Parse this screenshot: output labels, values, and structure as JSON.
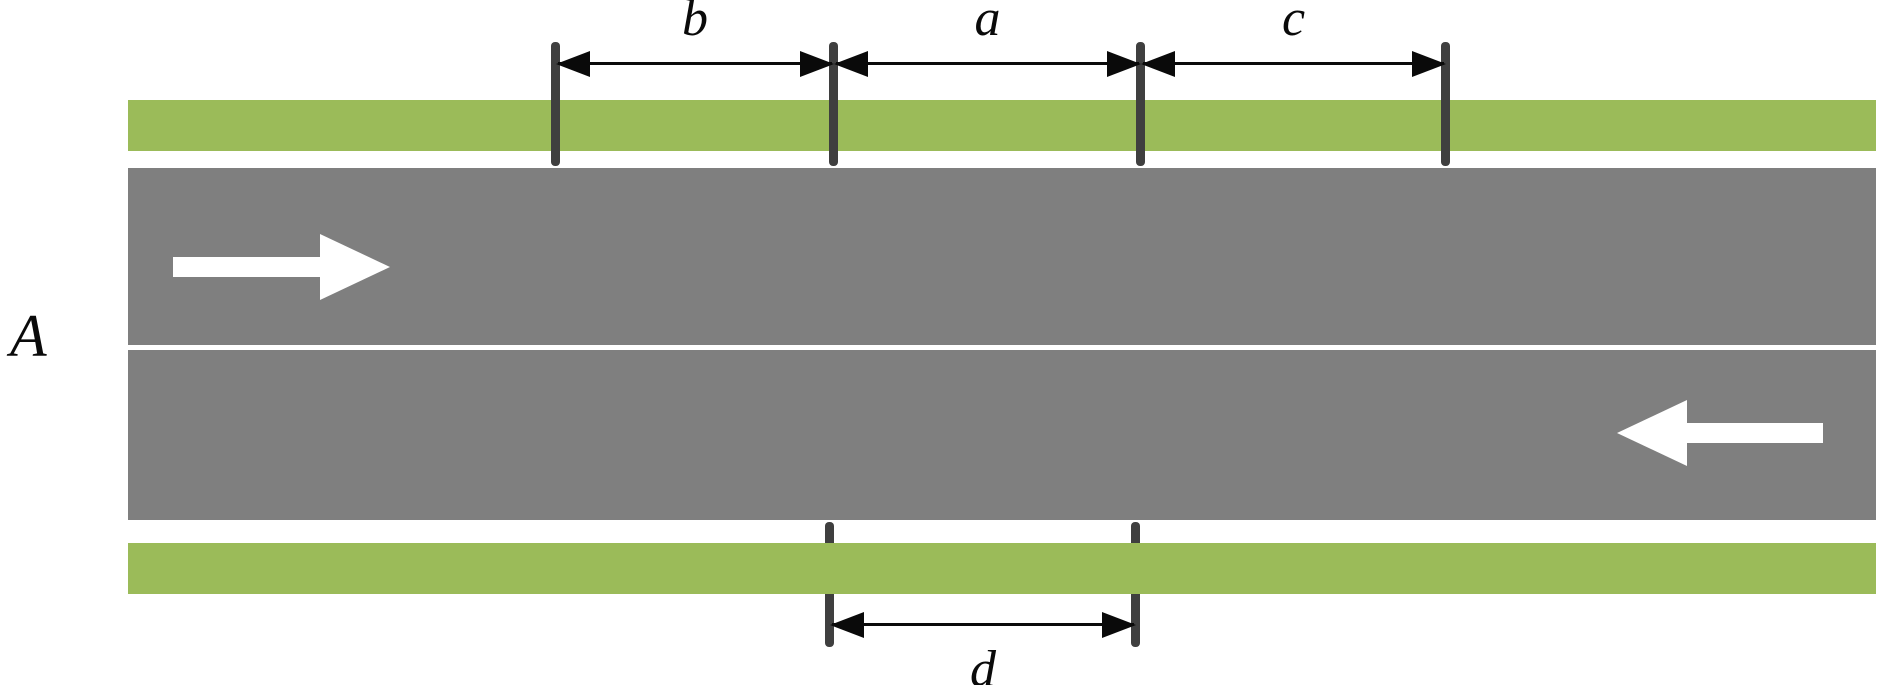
{
  "diagram": {
    "description": "Top-view schematic of a two-lane two-way road with roadside verges and measured segment dimensions",
    "road_label": "A",
    "top_dimensions": [
      {
        "label": "b"
      },
      {
        "label": "a"
      },
      {
        "label": "c"
      }
    ],
    "bottom_dimensions": [
      {
        "label": "d"
      }
    ],
    "traffic": {
      "upper_lane_direction": "right",
      "lower_lane_direction": "left"
    },
    "colors": {
      "verge_green": "#9bbb59",
      "road_gray": "#7f7f7f",
      "tick_gray": "#3f3f3f",
      "dimension_black": "#0a0a0a",
      "lane_arrow_white": "#ffffff",
      "background": "#ffffff"
    }
  }
}
